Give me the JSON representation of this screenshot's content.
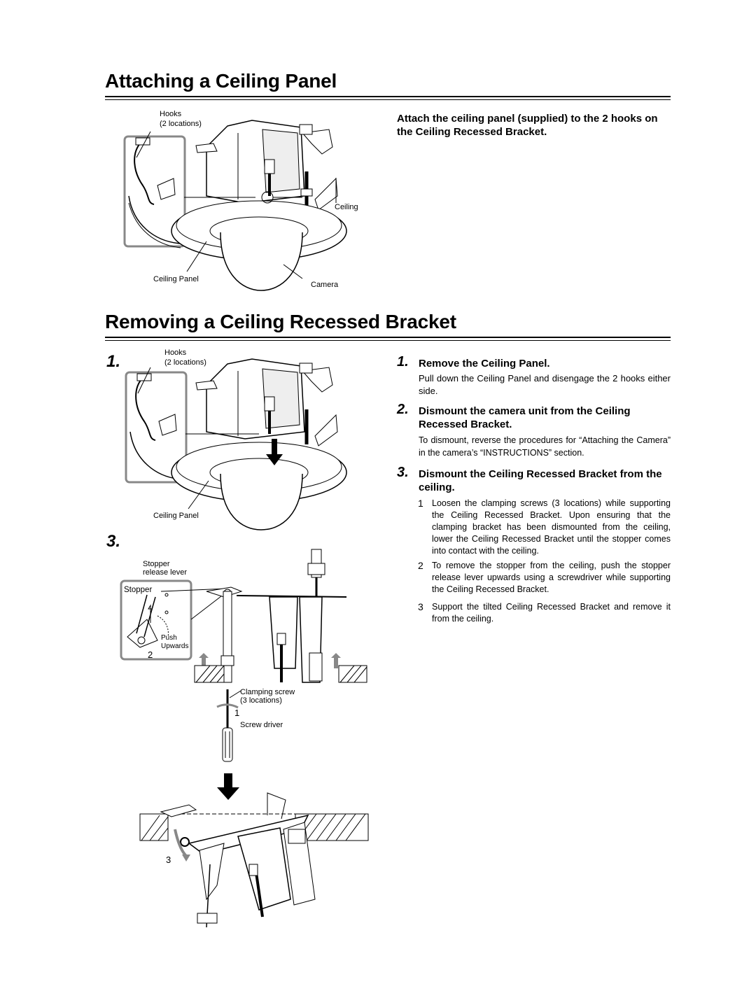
{
  "section1": {
    "title": "Attaching a Ceiling Panel",
    "instruction": "Attach the ceiling panel (supplied) to the 2 hooks on the Ceiling Recessed Bracket.",
    "figure_labels": {
      "hooks": "Hooks",
      "hooks_count": "(2 locations)",
      "ceiling": "Ceiling",
      "ceiling_panel": "Ceiling Panel",
      "camera": "Camera"
    }
  },
  "section2": {
    "title": "Removing a Ceiling Recessed Bracket",
    "fig1": {
      "number": "1.",
      "hooks": "Hooks",
      "hooks_count": "(2 locations)",
      "ceiling_panel": "Ceiling Panel"
    },
    "fig3": {
      "number": "3.",
      "stopper_release": "Stopper",
      "stopper_release_2": "release lever",
      "stopper": "Stopper",
      "push": "Push",
      "upwards": "Upwards",
      "step2": "2",
      "clamping_screw": "Clamping screw",
      "clamping_count": "(3 locations)",
      "step1": "1",
      "screw_driver": "Screw driver",
      "step3": "3"
    },
    "steps": [
      {
        "num": "1.",
        "heading": "Remove the Ceiling Panel.",
        "text": "Pull down the Ceiling Panel and disengage the 2 hooks either side."
      },
      {
        "num": "2.",
        "heading": "Dismount the camera unit from the Ceiling Recessed Bracket.",
        "text": "To dismount, reverse the procedures for “Attaching the Camera” in the camera’s “INSTRUCTIONS” section."
      },
      {
        "num": "3.",
        "heading": "Dismount the Ceiling Recessed Bracket from the ceiling.",
        "substeps": [
          {
            "n": "1",
            "text": "Loosen the clamping screws (3 locations) while supporting the Ceiling Recessed Bracket. Upon ensuring that the clamping bracket has been dismounted from the ceiling, lower the Ceiling Recessed Bracket until the stopper comes into contact with the ceiling."
          },
          {
            "n": "2",
            "text": "To remove the stopper from the ceiling, push the stopper release lever upwards using a screwdriver while supporting the Ceiling Recessed Bracket."
          },
          {
            "n": "3",
            "text": "Support the tilted Ceiling Recessed Bracket and remove it from the ceiling."
          }
        ]
      }
    ]
  }
}
